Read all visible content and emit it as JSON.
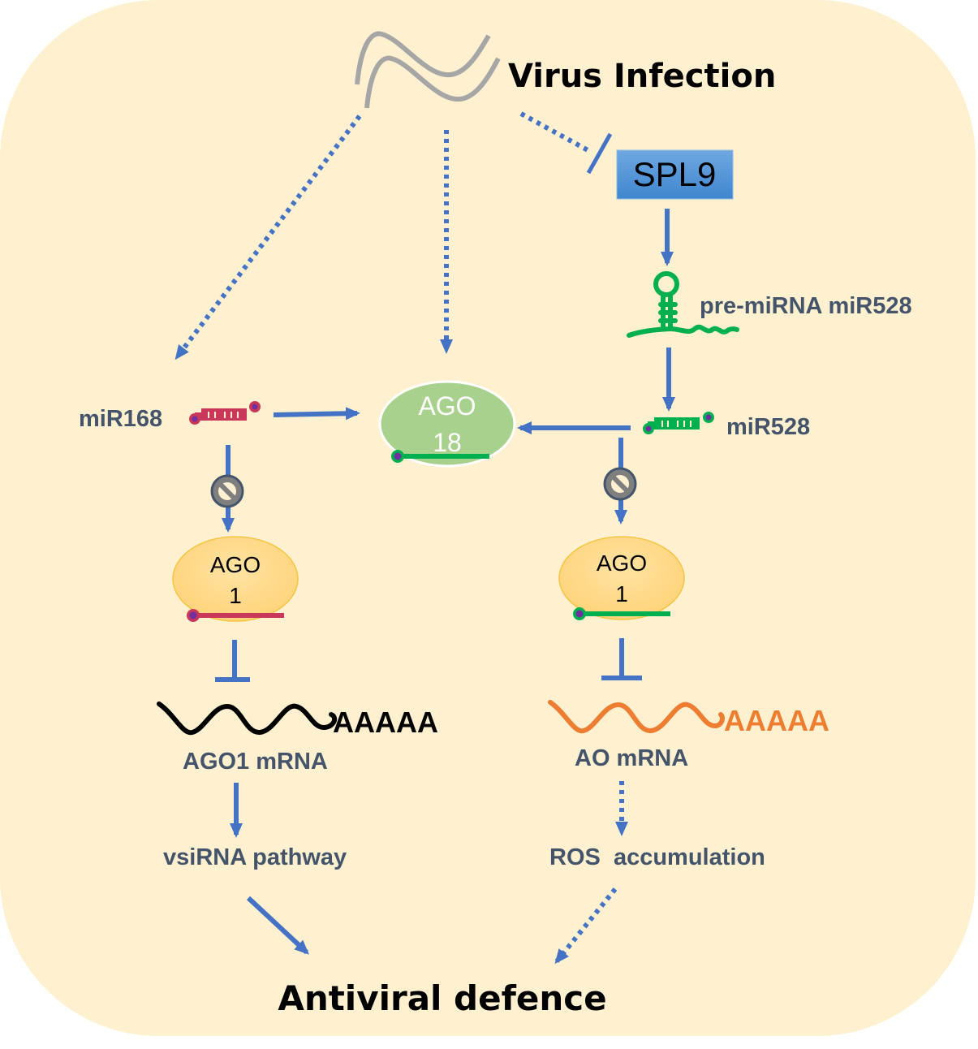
{
  "title": "Virus Infection",
  "result": "Antiviral defence",
  "colors": {
    "background": "#fff1cf",
    "arrow": "#4472c4",
    "label": "#44546a",
    "virus": "#a6a6a6",
    "mir168": "#c9385a",
    "mir528": "#00b050",
    "loop_end": "#7030a0",
    "ago18_fill": "#a9d18e",
    "ago1_fill": "#ffd98a",
    "ao_mrna": "#ed7d31",
    "spl9_fill": "#4a90d9",
    "block_icon": "#7f7f7f"
  },
  "nodes": {
    "spl9": "SPL9",
    "pre_mirna": "pre-miRNA miR528",
    "mir168": "miR168",
    "mir528": "miR528",
    "ago18": {
      "line1": "AGO",
      "line2": "18"
    },
    "ago1_left": {
      "line1": "AGO",
      "line2": "1"
    },
    "ago1_right": {
      "line1": "AGO",
      "line2": "1"
    },
    "ago1_mrna": {
      "tail": "AAAAA",
      "label": "AGO1 mRNA"
    },
    "ao_mrna": {
      "tail": "AAAAA",
      "label": "AO mRNA"
    },
    "vsirna": "vsiRNA pathway",
    "ros": "ROS  accumulation"
  },
  "edges": [
    {
      "from": "Virus Infection",
      "to": "miR168",
      "type": "dotted-activation"
    },
    {
      "from": "Virus Infection",
      "to": "AGO18",
      "type": "dotted-activation"
    },
    {
      "from": "Virus Infection",
      "to": "SPL9",
      "type": "dotted-inhibition"
    },
    {
      "from": "SPL9",
      "to": "pre-miRNA miR528",
      "type": "activation"
    },
    {
      "from": "pre-miRNA miR528",
      "to": "miR528",
      "type": "activation"
    },
    {
      "from": "miR168",
      "to": "AGO18",
      "type": "activation"
    },
    {
      "from": "miR528",
      "to": "AGO18",
      "type": "activation"
    },
    {
      "from": "miR168",
      "to": "AGO1",
      "type": "blocked-activation"
    },
    {
      "from": "miR528",
      "to": "AGO1",
      "type": "blocked-activation"
    },
    {
      "from": "AGO1",
      "to": "AGO1 mRNA",
      "type": "inhibition"
    },
    {
      "from": "AGO1",
      "to": "AO mRNA",
      "type": "inhibition"
    },
    {
      "from": "AGO1 mRNA",
      "to": "vsiRNA pathway",
      "type": "activation"
    },
    {
      "from": "AO mRNA",
      "to": "ROS accumulation",
      "type": "dotted-activation"
    },
    {
      "from": "vsiRNA pathway",
      "to": "Antiviral defence",
      "type": "activation"
    },
    {
      "from": "ROS accumulation",
      "to": "Antiviral defence",
      "type": "dotted-activation"
    }
  ]
}
